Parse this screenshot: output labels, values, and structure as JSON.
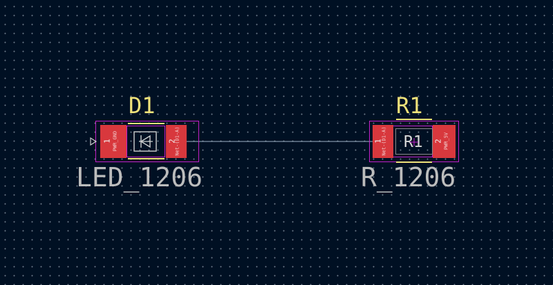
{
  "canvas": {
    "background_color": "#001023",
    "grid_dot_color": "#6d7a8a"
  },
  "colors": {
    "pad": "#d8383d",
    "courtyard": "#c420c8",
    "silkscreen": "#f0e27a",
    "value_text": "#bcbcbc",
    "ratsnest": "#9fb3c8"
  },
  "footprints": {
    "d1": {
      "reference": "D1",
      "value": "LED_1206",
      "pad1": {
        "number": "1",
        "net": "PWR_GND"
      },
      "pad2": {
        "number": "2",
        "net": "Net-(D1-A)"
      },
      "body_icon": "diode-icon"
    },
    "r1": {
      "reference": "R1",
      "value": "R_1206",
      "fab_reference": "R1",
      "pad1": {
        "number": "1",
        "net": "Net-(D1-A)"
      },
      "pad2": {
        "number": "2",
        "net": "PWR_5V"
      }
    }
  },
  "ratsnest": {
    "net": "Net-(D1-A)"
  }
}
